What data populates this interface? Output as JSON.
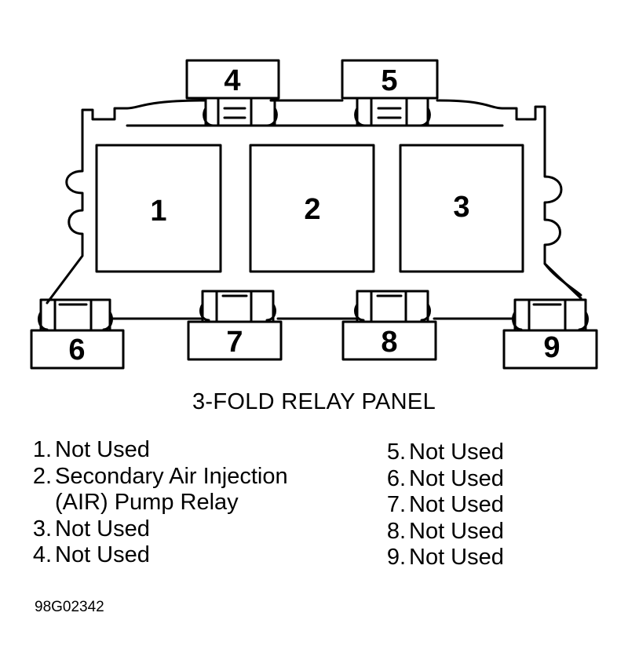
{
  "diagram": {
    "slots": [
      {
        "id": "slot-1",
        "label": "1"
      },
      {
        "id": "slot-2",
        "label": "2"
      },
      {
        "id": "slot-3",
        "label": "3"
      }
    ],
    "connectors": [
      {
        "id": "connector-4",
        "label": "4"
      },
      {
        "id": "connector-5",
        "label": "5"
      },
      {
        "id": "connector-6",
        "label": "6"
      },
      {
        "id": "connector-7",
        "label": "7"
      },
      {
        "id": "connector-8",
        "label": "8"
      },
      {
        "id": "connector-9",
        "label": "9"
      }
    ]
  },
  "caption": "3-FOLD RELAY PANEL",
  "legend": {
    "left": [
      {
        "num": "1.",
        "text": "Not Used"
      },
      {
        "num": "2.",
        "text": "Secondary Air Injection",
        "cont": "(AIR) Pump Relay"
      },
      {
        "num": "3.",
        "text": "Not Used"
      },
      {
        "num": "4.",
        "text": "Not Used"
      }
    ],
    "right": [
      {
        "num": "5.",
        "text": "Not Used"
      },
      {
        "num": "6.",
        "text": "Not Used"
      },
      {
        "num": "7.",
        "text": "Not Used"
      },
      {
        "num": "8.",
        "text": "Not Used"
      },
      {
        "num": "9.",
        "text": "Not Used"
      }
    ]
  },
  "figure_id": "98G02342"
}
